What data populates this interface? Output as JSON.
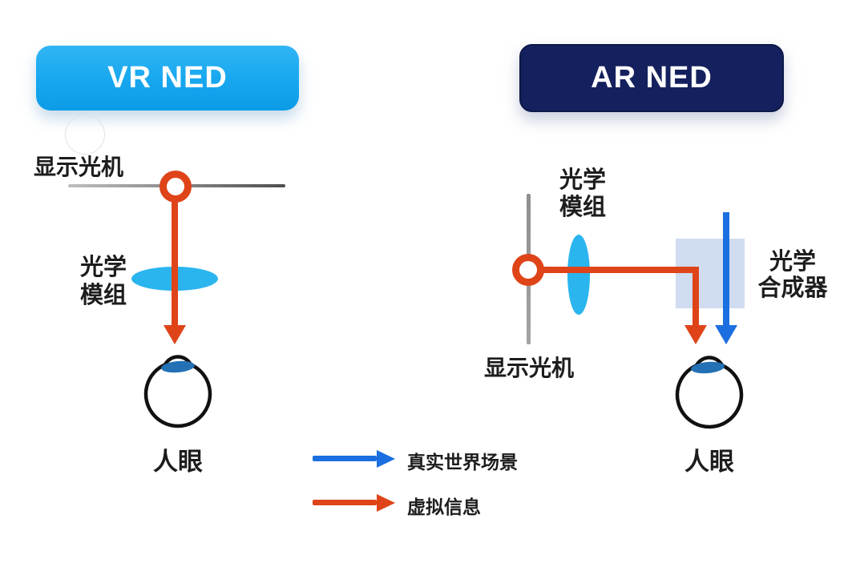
{
  "palette": {
    "vr_button_blue": "#17a7ef",
    "ar_button_navy": "#15215e",
    "virtual_info_red": "#df4419",
    "real_world_blue": "#1b6fe0",
    "lens_cyan": "#2ab5ef",
    "eye_lens_blue": "#2470b4",
    "combiner_fill": "#d0dcf0",
    "line_gray": "#8f8f8f",
    "text_black": "#1d1d1d"
  },
  "vr": {
    "title": "VR NED",
    "display_engine": "显示光机",
    "optics_line1": "光学",
    "optics_line2": "模组",
    "eye": "人眼"
  },
  "ar": {
    "title": "AR NED",
    "optics_line1": "光学",
    "optics_line2": "模组",
    "combiner_line1": "光学",
    "combiner_line2": "合成器",
    "display_engine": "显示光机",
    "eye": "人眼"
  },
  "legend": {
    "real_world": "真实世界场景",
    "virtual_info": "虚拟信息"
  }
}
